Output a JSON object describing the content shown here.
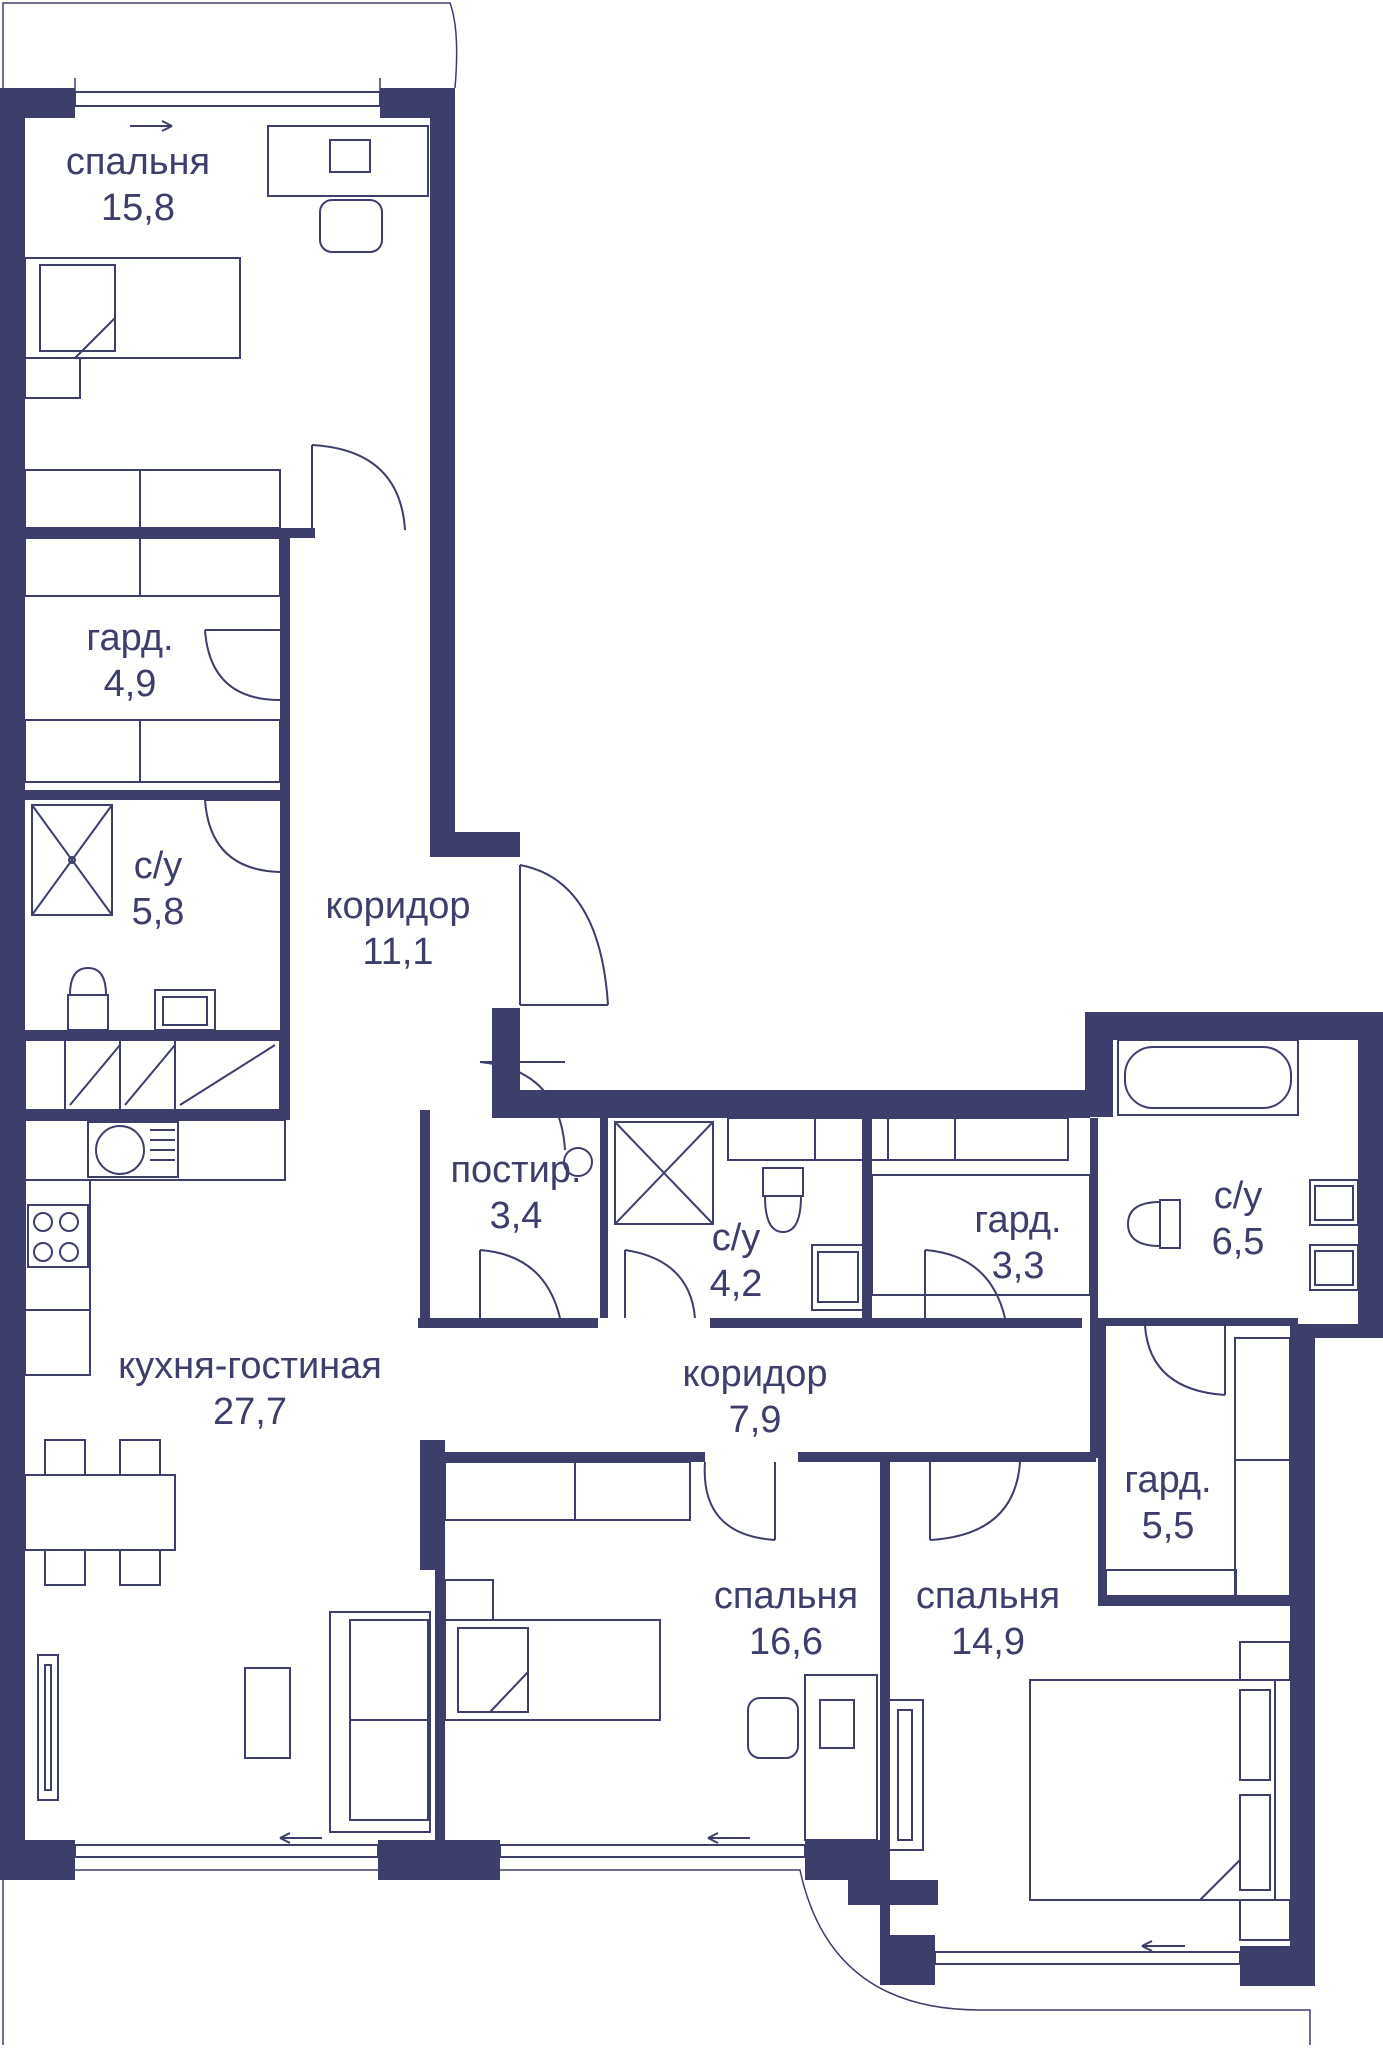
{
  "plan": {
    "colors": {
      "wall": "#3d3e6c",
      "line": "#3d3e6c",
      "background": "#ffffff"
    },
    "rooms": [
      {
        "name": "спальня",
        "area": "15,8"
      },
      {
        "name": "гард.",
        "area": "4,9"
      },
      {
        "name": "с/у",
        "area": "5,8"
      },
      {
        "name": "коридор",
        "area": "11,1"
      },
      {
        "name": "кухня-гостиная",
        "area": "27,7"
      },
      {
        "name": "постир.",
        "area": "3,4"
      },
      {
        "name": "с/у",
        "area": "4,2"
      },
      {
        "name": "гард.",
        "area": "3,3"
      },
      {
        "name": "с/у",
        "area": "6,5"
      },
      {
        "name": "коридор",
        "area": "7,9"
      },
      {
        "name": "гард.",
        "area": "5,5"
      },
      {
        "name": "спальня",
        "area": "16,6"
      },
      {
        "name": "спальня",
        "area": "14,9"
      }
    ],
    "icons": [
      "bed-icon",
      "desk-icon",
      "chair-icon",
      "toilet-icon",
      "sink-icon",
      "shower-icon",
      "bathtub-icon",
      "stove-icon",
      "washer-icon",
      "sofa-icon",
      "dining-table-icon",
      "tv-icon",
      "door-icon",
      "window-icon"
    ]
  }
}
